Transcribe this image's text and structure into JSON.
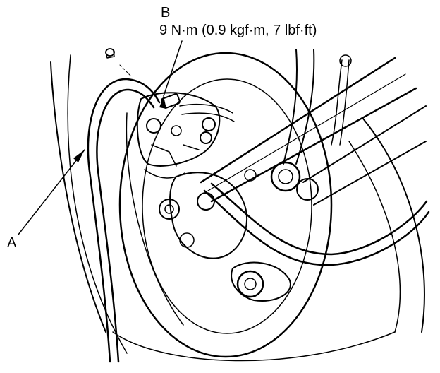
{
  "labels": {
    "a": "A",
    "b": "B",
    "b_spec": "9 N·m (0.9 kgf·m, 7 lbf·ft)"
  },
  "colors": {
    "ink": "#000000",
    "paper": "#ffffff"
  }
}
